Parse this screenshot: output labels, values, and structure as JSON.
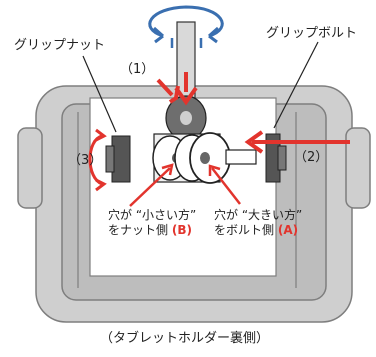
{
  "labels": {
    "grip_nut": "グリップナット",
    "grip_bolt": "グリップボルト",
    "step1": "（1）",
    "step2": "（2）",
    "step3": "（3）",
    "small_hole_line1": "穴が “小さい方”",
    "small_hole_line2": "をナット側 ",
    "small_hole_tag": "(B)",
    "large_hole_line1": "穴が “大きい方”",
    "large_hole_line2": "をボルト側 ",
    "large_hole_tag": "(A)",
    "caption": "（タブレットホルダー裏側）"
  },
  "colors": {
    "accent_red": "#e2342d",
    "rotate_blue": "#3a6fb0",
    "frame_grey": "#c9c9c9",
    "frame_outline": "#8a8a8a",
    "part_dark": "#4a4a4a"
  }
}
